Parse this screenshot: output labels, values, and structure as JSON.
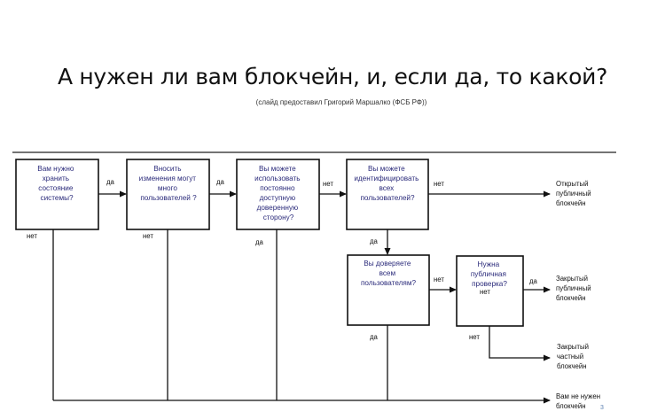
{
  "title": "А нужен ли вам блокчейн, и, если да, то какой?",
  "subtitle": "(слайд предоставил Григорий Маршалко (ФСБ РФ))",
  "page_number": "3",
  "boxes": [
    {
      "lines": [
        "Вам нужно",
        "хранить",
        "состояние",
        "системы?"
      ]
    },
    {
      "lines": [
        "Вносить",
        "изменения могут",
        "много",
        "пользователей ?"
      ]
    },
    {
      "lines": [
        "Вы можете",
        "использовать",
        "постоянно",
        "доступную",
        "доверенную",
        "сторону?"
      ]
    },
    {
      "lines": [
        "Вы можете",
        "идентифицировать",
        "всех",
        "пользователей?"
      ]
    },
    {
      "lines": [
        "Вы доверяете",
        "всем",
        "пользователям?"
      ]
    },
    {
      "lines": [
        "Нужна",
        "публичная",
        "проверка?"
      ]
    }
  ],
  "labels": {
    "yes": "да",
    "no": "нет"
  },
  "outcomes": [
    {
      "lines": [
        "Открытый",
        "публичный",
        "блокчейн"
      ]
    },
    {
      "lines": [
        "Закрытый",
        "публичный",
        "блокчейн"
      ]
    },
    {
      "lines": [
        "Закрытый",
        "частный",
        "блокчейн"
      ]
    },
    {
      "lines": [
        "Вам не нужен",
        "блокчейн"
      ]
    }
  ]
}
